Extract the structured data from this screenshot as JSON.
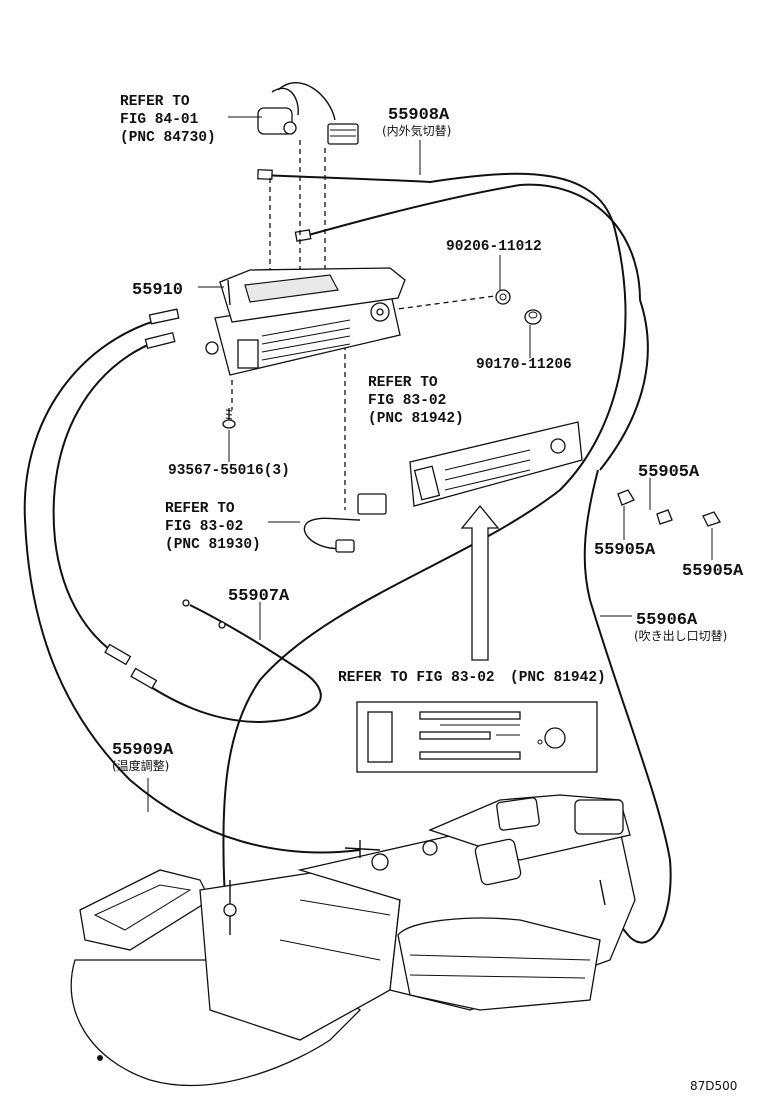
{
  "diagram": {
    "parts": [
      {
        "part_no": "55908A",
        "note": "(内外気切替)"
      },
      {
        "part_no": "55910",
        "note": ""
      },
      {
        "part_no": "90206-11012",
        "note": ""
      },
      {
        "part_no": "90170-11206",
        "note": ""
      },
      {
        "part_no": "93567-55016(3)",
        "note": ""
      },
      {
        "part_no": "55905A",
        "note": ""
      },
      {
        "part_no": "55905A",
        "note": ""
      },
      {
        "part_no": "55905A",
        "note": ""
      },
      {
        "part_no": "55907A",
        "note": ""
      },
      {
        "part_no": "55906A",
        "note": "(吹き出し口切替)"
      },
      {
        "part_no": "55909A",
        "note": "(温度調整)"
      }
    ],
    "refs": [
      {
        "line1": "REFER TO",
        "line2": "FIG 84-01",
        "line3": "(PNC 84730)"
      },
      {
        "line1": "REFER TO",
        "line2": "FIG 83-02",
        "line3": "(PNC 81942)"
      },
      {
        "line1": "REFER TO",
        "line2": "FIG 83-02",
        "line3": "(PNC 81930)"
      }
    ],
    "bottom_ref": "REFER TO FIG 83-02",
    "bottom_ref_pnc": "(PNC 81942)",
    "figure_code": "87D500"
  }
}
